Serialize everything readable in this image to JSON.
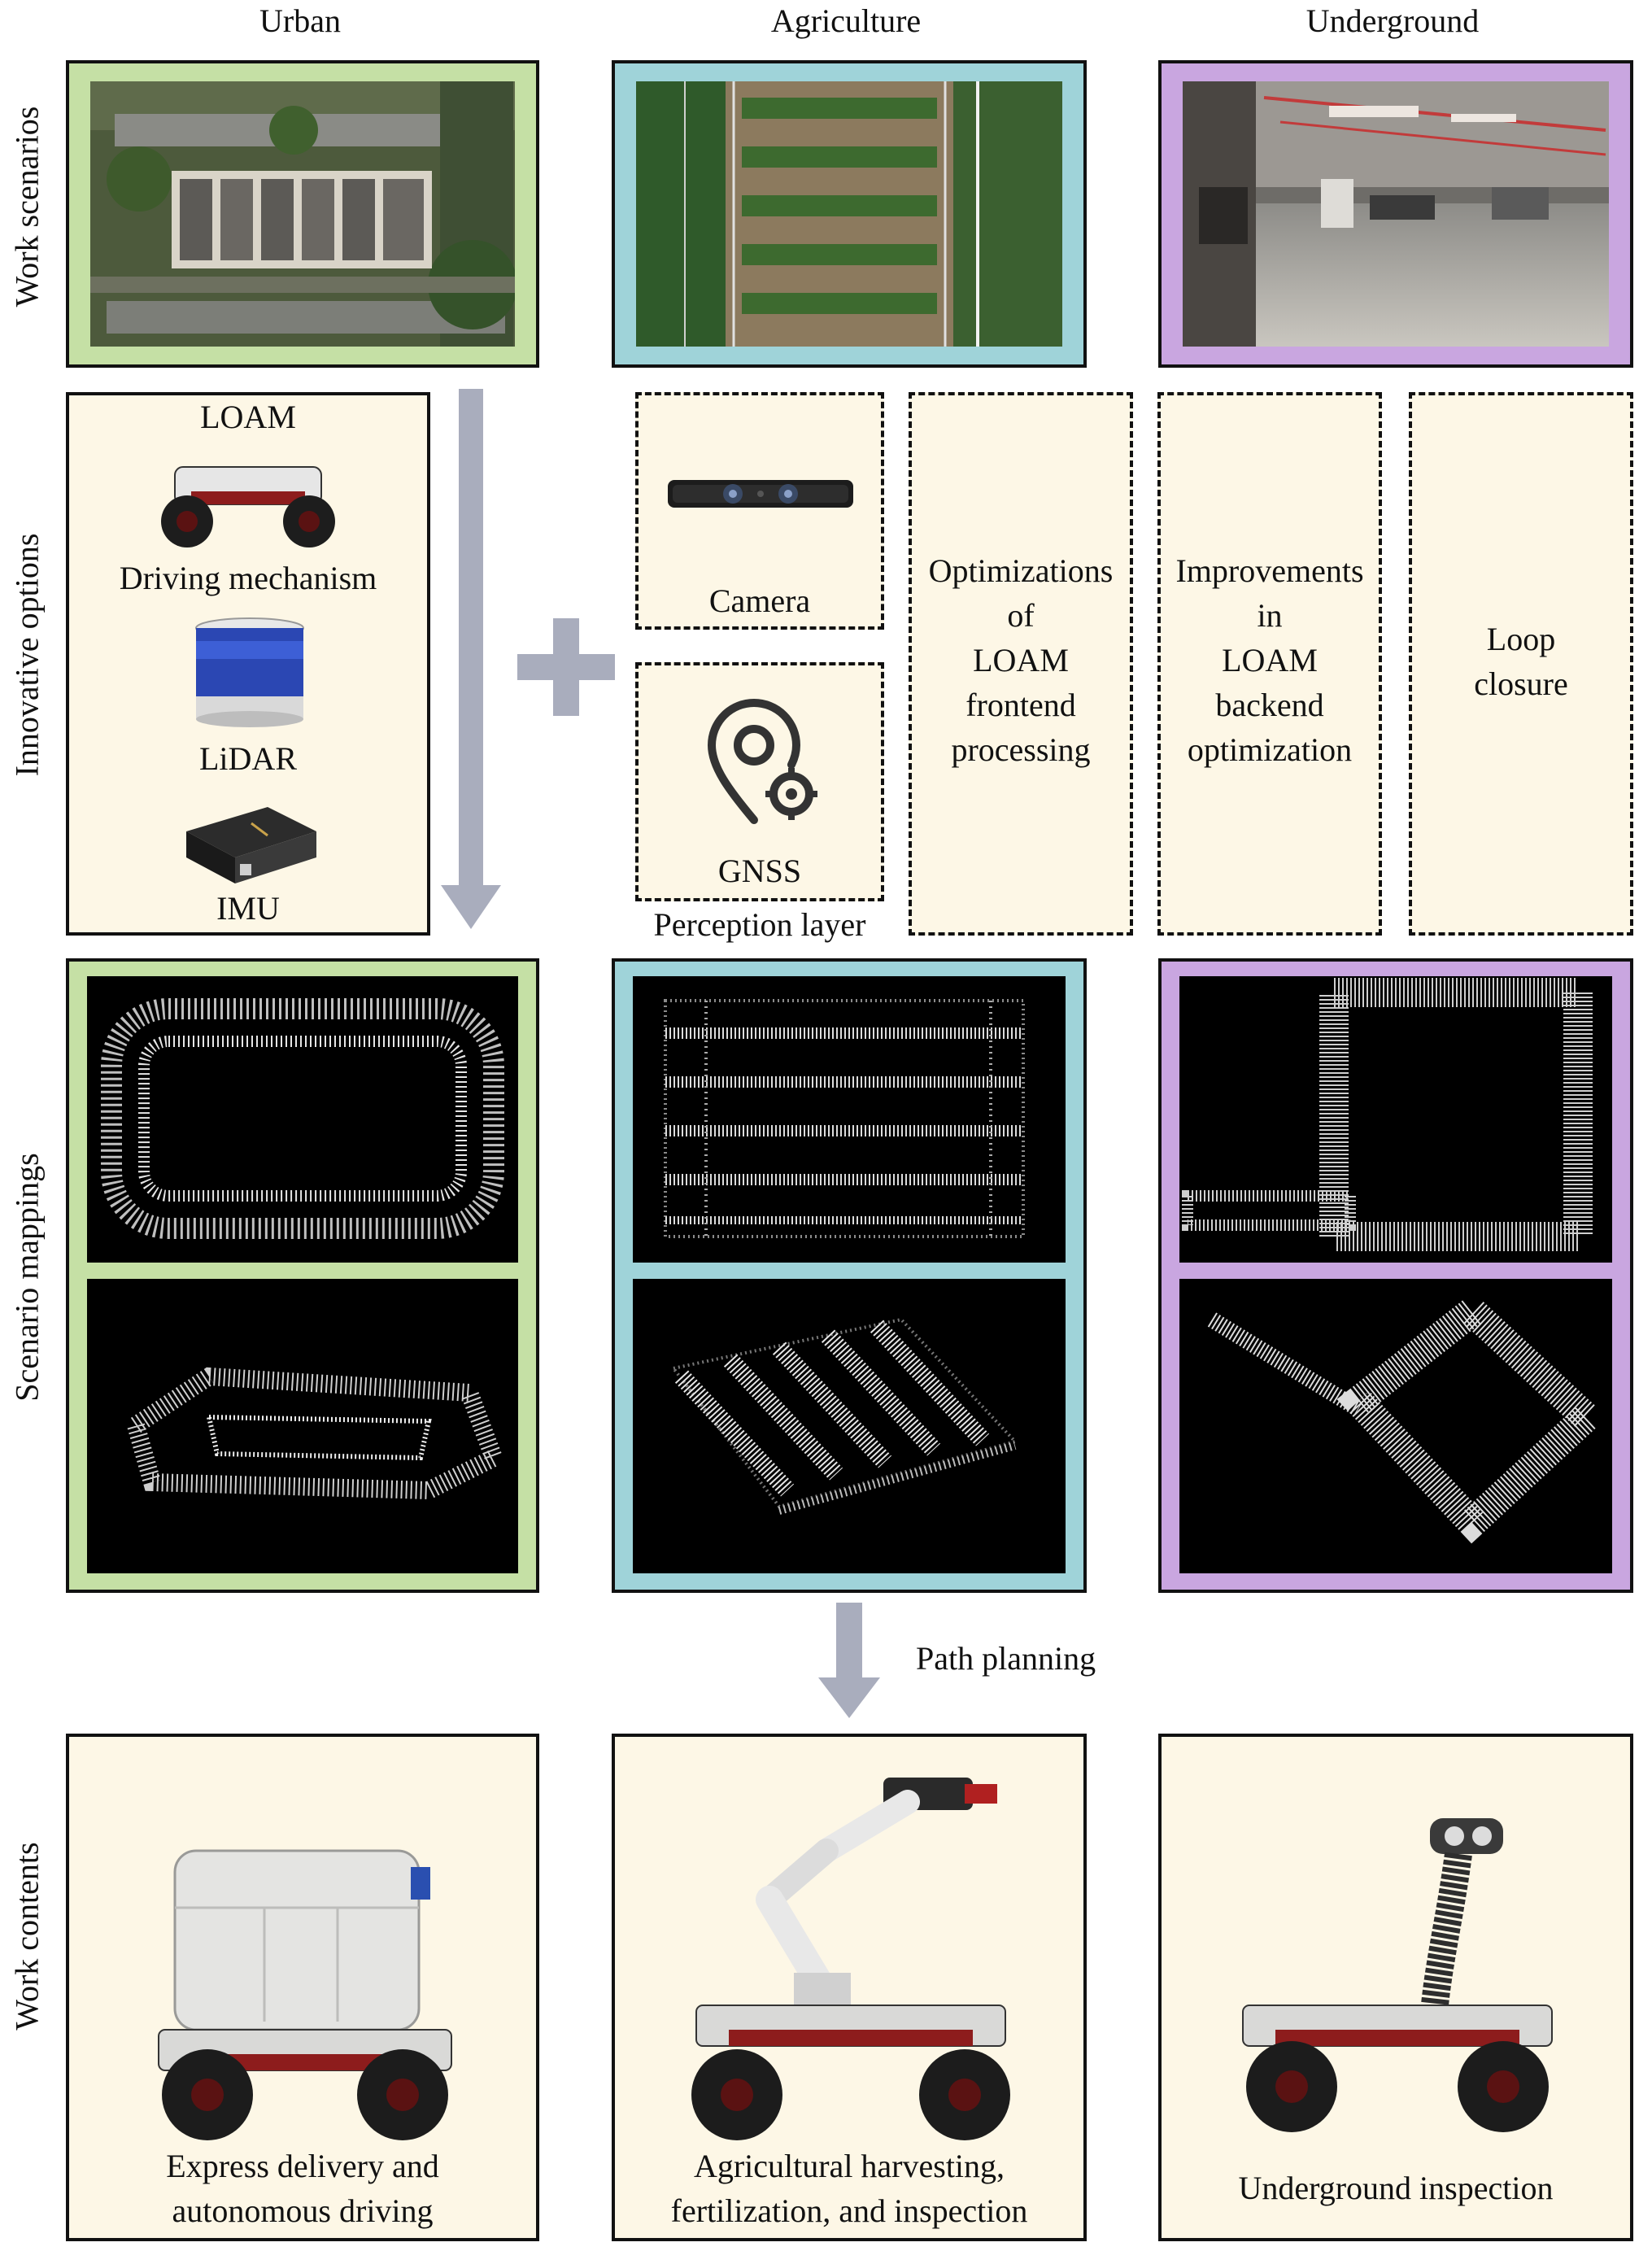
{
  "columns": {
    "urban": "Urban",
    "agriculture": "Agriculture",
    "underground": "Underground"
  },
  "rows": {
    "work_scenarios": "Work scenarios",
    "innovative_options": "Innovative options",
    "scenario_mappings": "Scenario mappings",
    "work_contents": "Work contents"
  },
  "innovative": {
    "loam": "LOAM",
    "driving": "Driving mechanism",
    "lidar": "LiDAR",
    "imu": "IMU",
    "camera": "Camera",
    "gnss": "GNSS",
    "perception_layer": "Perception layer",
    "frontend": [
      "Optimizations",
      "of",
      "LOAM",
      "frontend",
      "processing"
    ],
    "backend": [
      "Improvements",
      "in",
      "LOAM",
      "backend",
      "optimization"
    ],
    "loop": [
      "Loop",
      "closure"
    ]
  },
  "path_planning": "Path planning",
  "work_contents": {
    "urban": [
      "Express delivery and",
      "autonomous driving"
    ],
    "agriculture": [
      "Agricultural harvesting,",
      "fertilization, and inspection"
    ],
    "underground": [
      "Underground inspection"
    ]
  },
  "colors": {
    "urban_border": "#c5e0a5",
    "agriculture_border": "#9fd3d9",
    "underground_border": "#c9a6e0",
    "cream": "#fdf7e6",
    "arrow": "#a9adbd"
  }
}
